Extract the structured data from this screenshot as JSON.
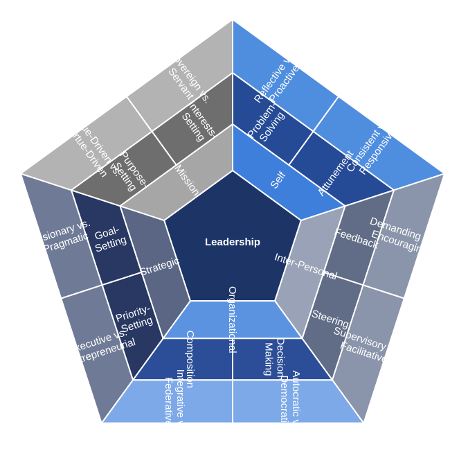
{
  "center": {
    "label": "Leadership",
    "color": "#1d3467"
  },
  "sectors": [
    {
      "id": "self",
      "inner": {
        "lines": [
          "Self"
        ],
        "color": "#3f7fdc"
      },
      "middle": [
        {
          "lines": [
            "Problem-",
            "Solving"
          ],
          "color": "#254a96"
        },
        {
          "lines": [
            "Attunement"
          ],
          "color": "#254a96"
        }
      ],
      "outer": [
        {
          "lines": [
            "Reflective vs.",
            "Proactive"
          ],
          "color": "#4f8ddf"
        },
        {
          "lines": [
            "Consistent vs.",
            "Responsive"
          ],
          "color": "#4f8ddf"
        }
      ]
    },
    {
      "id": "inter-personal",
      "inner": {
        "lines": [
          "Inter-Personal"
        ],
        "color": "#99a2b6"
      },
      "middle": [
        {
          "lines": [
            "Feedback"
          ],
          "color": "#616d86"
        },
        {
          "lines": [
            "Steering"
          ],
          "color": "#616d86"
        }
      ],
      "outer": [
        {
          "lines": [
            "Demanding vs.",
            "Encouraging"
          ],
          "color": "#8a94aa"
        },
        {
          "lines": [
            "Supervisory vs.",
            "Facilitative"
          ],
          "color": "#8a94aa"
        }
      ]
    },
    {
      "id": "organizational",
      "inner": {
        "lines": [
          "Organizational"
        ],
        "color": "#5b93e0"
      },
      "middle": [
        {
          "lines": [
            "Decision-",
            "Making"
          ],
          "color": "#2c4e98"
        },
        {
          "lines": [
            "Composition"
          ],
          "color": "#2c4e98"
        }
      ],
      "outer": [
        {
          "lines": [
            "Autocratic vs.",
            "Democratic"
          ],
          "color": "#7ea9e8"
        },
        {
          "lines": [
            "Integrative vs.",
            "Federative"
          ],
          "color": "#7ea9e8"
        }
      ]
    },
    {
      "id": "strategic",
      "inner": {
        "lines": [
          "Strategic"
        ],
        "color": "#5a6684"
      },
      "middle": [
        {
          "lines": [
            "Priority-",
            "Setting"
          ],
          "color": "#283862"
        },
        {
          "lines": [
            "Goal-",
            "Setting"
          ],
          "color": "#283862"
        }
      ],
      "outer": [
        {
          "lines": [
            "Executive vs.",
            "Entrepreneurial"
          ],
          "color": "#6f7b96"
        },
        {
          "lines": [
            "Visionary vs.",
            "Pragmatic"
          ],
          "color": "#6f7b96"
        }
      ]
    },
    {
      "id": "mission",
      "inner": {
        "lines": [
          "Mission"
        ],
        "color": "#a6a6a6"
      },
      "middle": [
        {
          "lines": [
            "Purpose-",
            "Setting"
          ],
          "color": "#6e6e6e"
        },
        {
          "lines": [
            "Interests-",
            "Setting"
          ],
          "color": "#6e6e6e"
        }
      ],
      "outer": [
        {
          "lines": [
            "Value-Driven vs.",
            "Virtue-Driven"
          ],
          "color": "#b3b3b3"
        },
        {
          "lines": [
            "Sovereign vs.",
            "Servant"
          ],
          "color": "#b3b3b3"
        }
      ]
    }
  ]
}
